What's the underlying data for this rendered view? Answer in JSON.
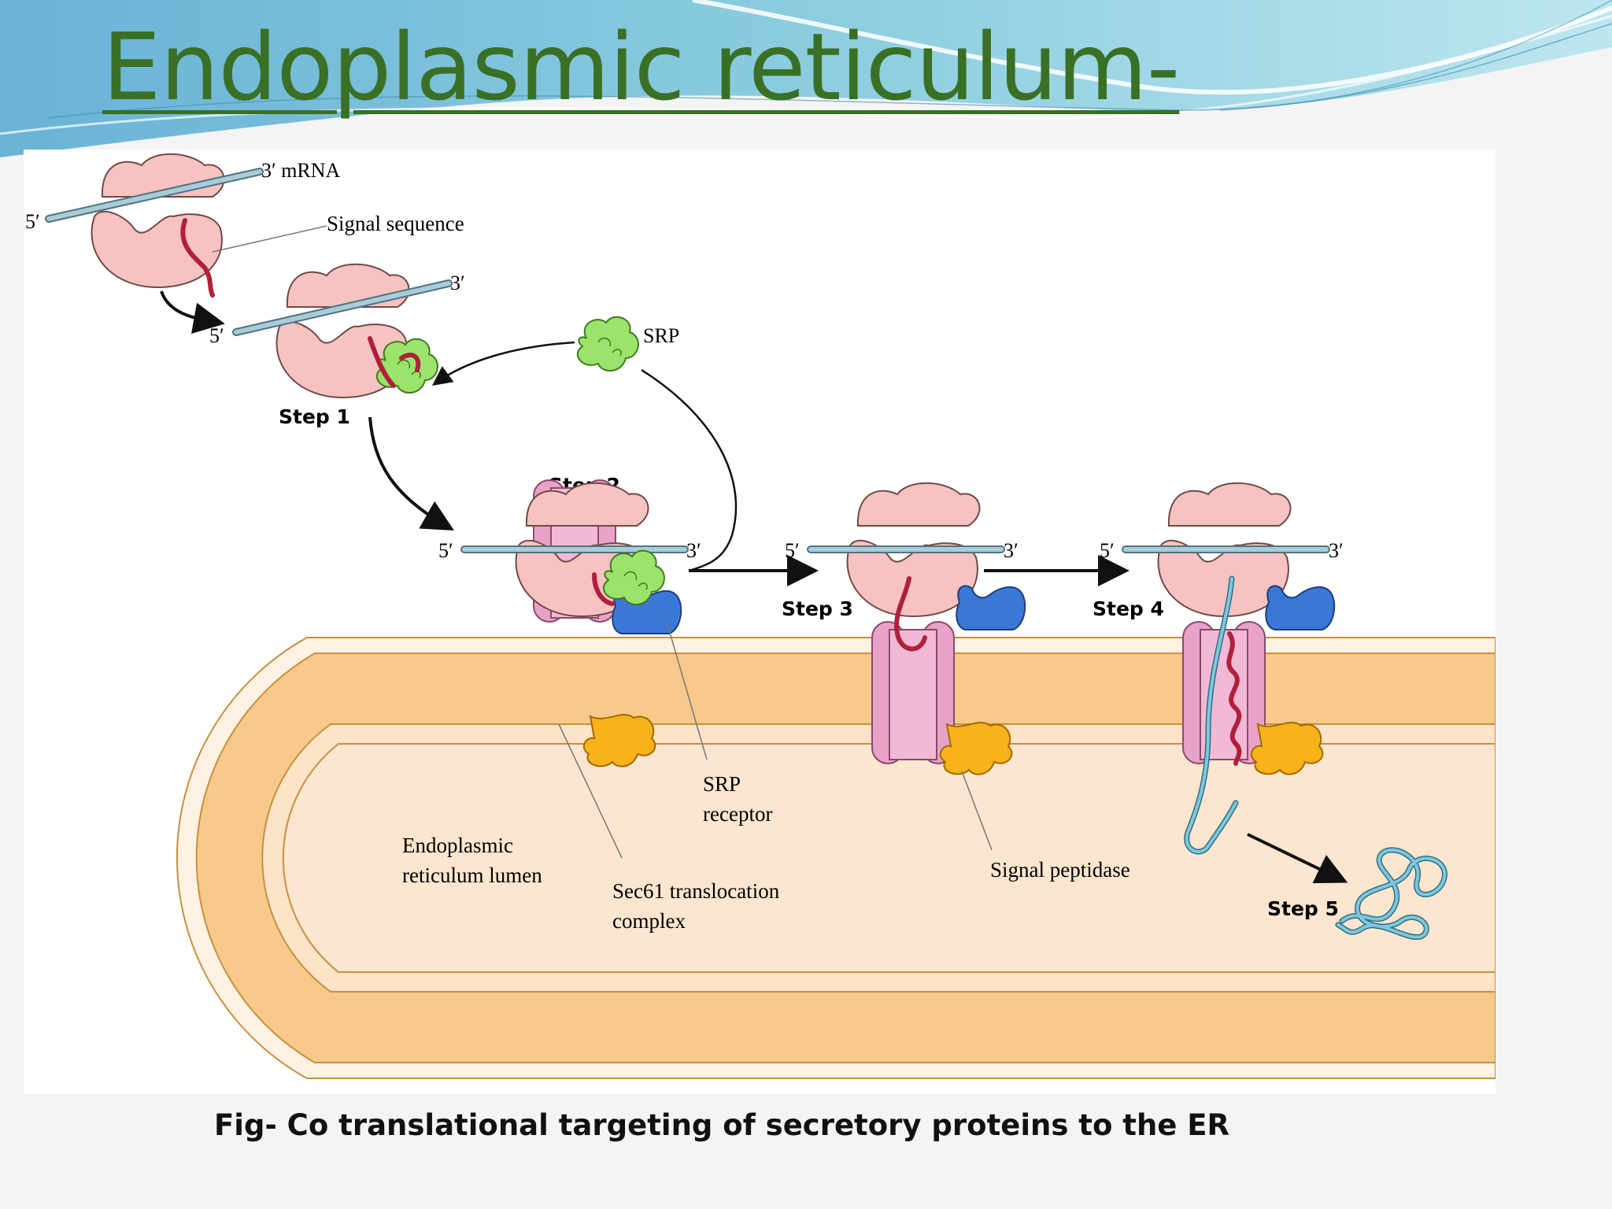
{
  "slide": {
    "title": "Endoplasmic reticulum-",
    "caption": "Fig- Co translational targeting of secretory proteins to the ER"
  },
  "diagram": {
    "labels": {
      "mrna": "3′ mRNA",
      "five_prime": "5′",
      "three_prime": "3′",
      "signal_sequence": "Signal sequence",
      "srp": "SRP",
      "srp_receptor_1": "SRP",
      "srp_receptor_2": "receptor",
      "sec61_1": "Sec61 translocation",
      "sec61_2": "complex",
      "lumen_1": "Endoplasmic",
      "lumen_2": "reticulum lumen",
      "signal_peptidase": "Signal peptidase"
    },
    "steps": [
      "Step 1",
      "Step 2",
      "Step 3",
      "Step 4",
      "Step 5"
    ]
  },
  "colors": {
    "title_green": "#3a7025",
    "ribosome": "#f6c3c1",
    "mrna": "#a9ccd6",
    "signal_sequence": "#b0203a",
    "srp": "#9be36a",
    "srp_receptor": "#3a78d8",
    "sec61": "#e9a2c7",
    "signal_peptidase": "#f7b21c",
    "membrane": "#f7c98a",
    "lumen": "#fde3c8",
    "polypeptide": "#7fc7dd"
  }
}
